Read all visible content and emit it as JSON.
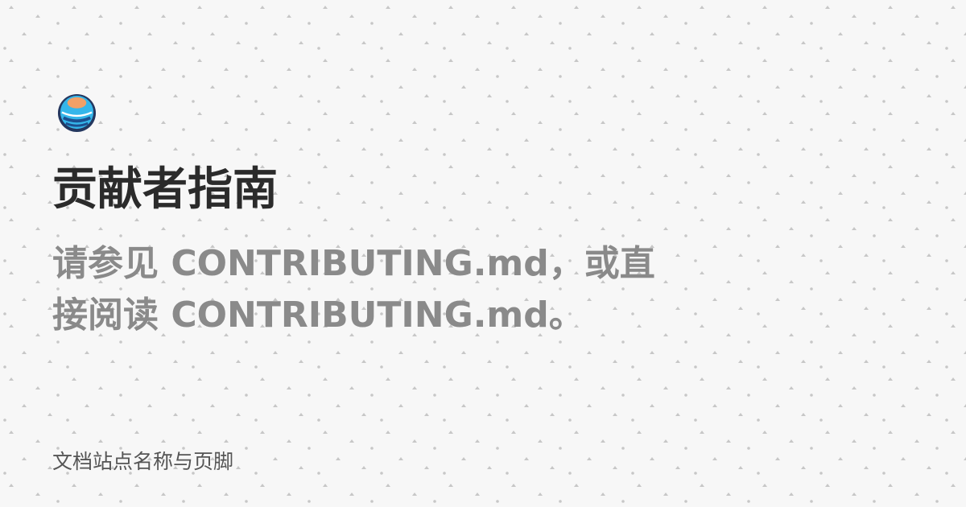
{
  "card": {
    "title": "贡献者指南",
    "description": "请参见 CONTRIBUTING.md，或直接阅读 CONTRIBUTING.md。",
    "footer": "文档站点名称与页脚"
  },
  "icons": {
    "logo": "layered-globe-icon",
    "pattern": "dot-pattern"
  },
  "colors": {
    "background": "#f7f7f7",
    "pattern": "#c7c7c7",
    "title": "#2b2b2b",
    "description": "#8a8a8a",
    "footer": "#555555",
    "logo_top": "#f2a066",
    "logo_mid": "#35b6ea",
    "logo_bottom": "#1b4f8f",
    "logo_outline": "#24375f"
  }
}
